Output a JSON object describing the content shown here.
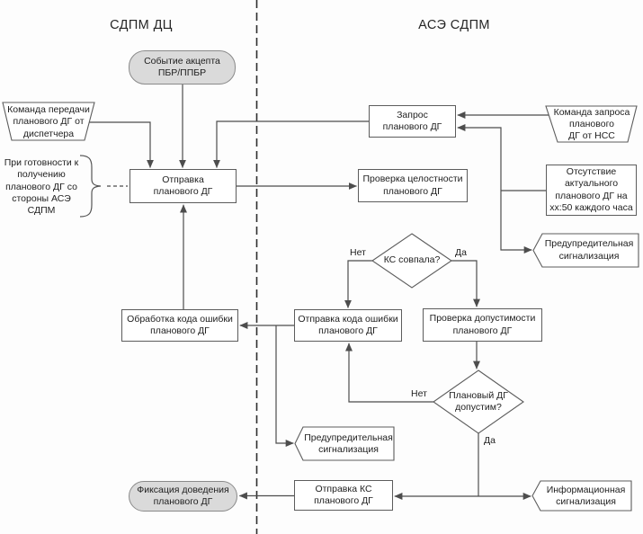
{
  "diagram": {
    "lane_left_title": "СДПМ ДЦ",
    "lane_right_title": "АСЭ СДПМ"
  },
  "nodes": {
    "event_accept": "Событие акцепта\nПБР/ППБР",
    "cmd_transfer": "Команда передачи\nпланового ДГ от\nдиспетчера",
    "note_ready": "При готовности к\nполучению\nпланового ДГ со\nстороны АСЭ СДПМ",
    "send_dg": "Отправка\nпланового ДГ",
    "request_dg": "Запрос\nпланового ДГ",
    "cmd_request": "Команда запроса\nпланового\nДГ от НСС",
    "check_integrity": "Проверка целостности\nпланового ДГ",
    "no_actual_dg": "Отсутствие\nактуального\nпланового ДГ на\nxx:50 каждого часа",
    "warn_signal_1": "Предупредительная\nсигнализация",
    "ks_match": "КС совпала?",
    "process_error_code": "Обработка кода ошибки\nпланового ДГ",
    "send_error_code": "Отправка кода ошибки\nпланового ДГ",
    "check_admissibility": "Проверка допустимости\nпланового ДГ",
    "dg_admissible": "Плановый ДГ\nдопустим?",
    "warn_signal_2": "Предупредительная\nсигнализация",
    "fix_delivery": "Фиксация доведения\nпланового ДГ",
    "send_ks": "Отправка КС\nпланового ДГ",
    "info_signal": "Информационная\nсигнализация"
  },
  "branch_labels": {
    "ks_match_no": "Нет",
    "ks_match_yes": "Да",
    "dg_admissible_no": "Нет",
    "dg_admissible_yes": "Да"
  },
  "colors": {
    "line": "#4d4d4d",
    "shape_border": "#5c5c5c",
    "terminator_fill": "#dadada",
    "background": "#fdfdfd",
    "text": "#1e1e1e"
  }
}
